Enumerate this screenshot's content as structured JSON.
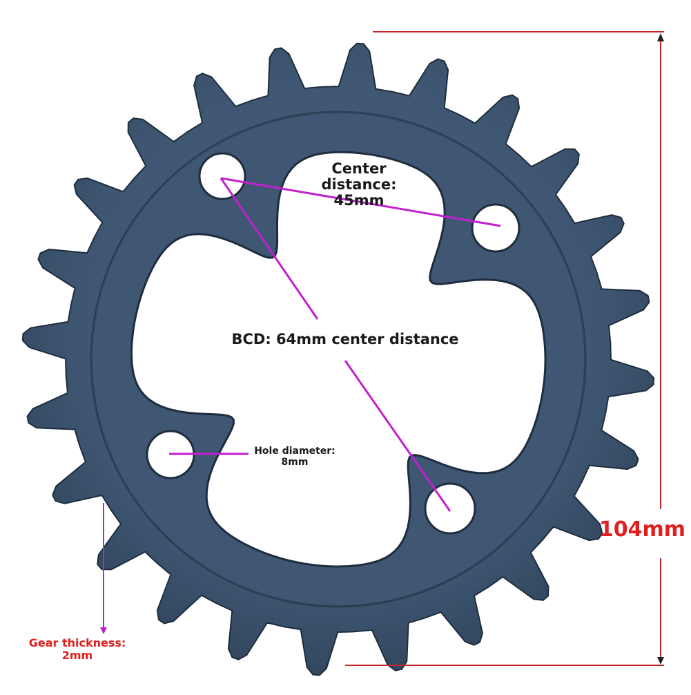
{
  "labels": {
    "center_distance_line1": "Center",
    "center_distance_line2": "distance:",
    "center_distance_value": "45mm",
    "bcd": "BCD: 64mm center distance",
    "hole_line1": "Hole diameter:",
    "hole_value": "8mm",
    "thickness_line1": "Gear thickness:",
    "thickness_value": "2mm",
    "outer_diameter": "104mm"
  },
  "colors": {
    "gear": "#3e5671",
    "gear_edge": "#1e2c3d",
    "annotation_line": "#c21fd0",
    "dimension_line": "#c0262b",
    "accent_text": "#e02020",
    "label_text": "#1a1a1a"
  },
  "gear": {
    "tooth_count": 24
  }
}
